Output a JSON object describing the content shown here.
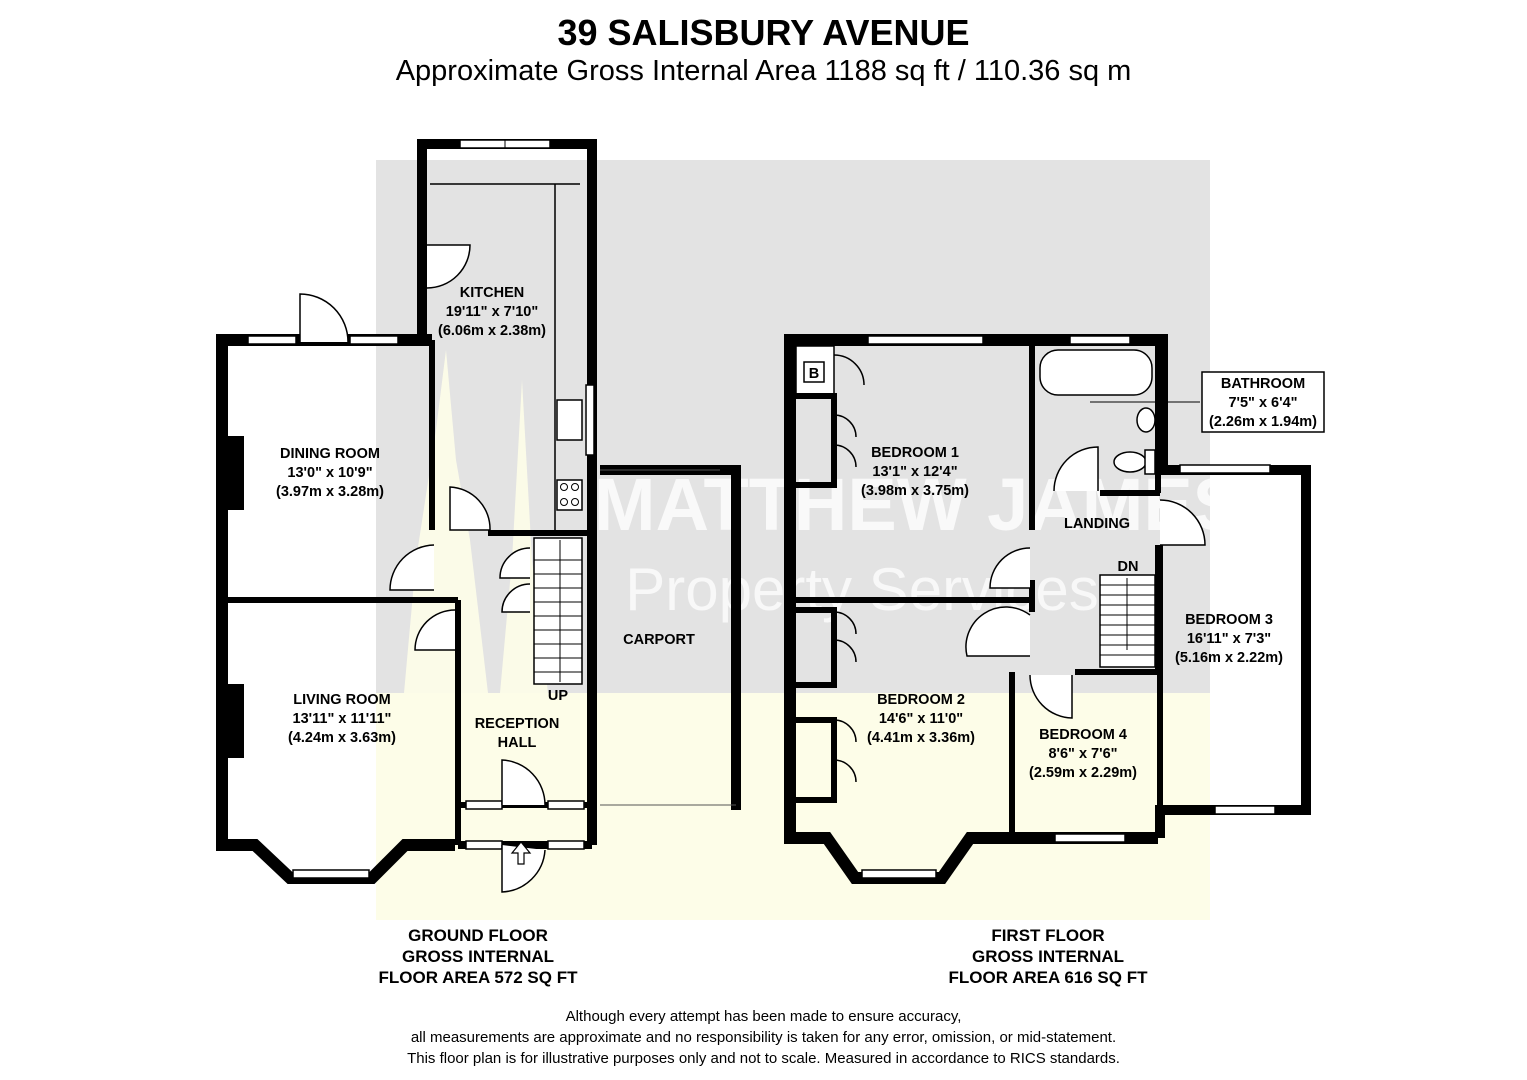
{
  "header": {
    "title": "39 SALISBURY AVENUE",
    "subtitle": "Approximate Gross Internal Area 1188 sq ft / 110.36 sq m"
  },
  "watermark": {
    "line1": "MATTHEW JAMES",
    "line2": "Property Services",
    "colors": {
      "upper": "#e3e3e3",
      "lower": "#fdfde8"
    }
  },
  "ground_floor": {
    "caption": [
      "GROUND FLOOR",
      "GROSS INTERNAL",
      "FLOOR AREA 572 SQ FT"
    ],
    "rooms": [
      {
        "name": "KITCHEN",
        "imperial": "19'11\" x 7'10\"",
        "metric": "(6.06m x 2.38m)"
      },
      {
        "name": "DINING ROOM",
        "imperial": "13'0\" x 10'9\"",
        "metric": "(3.97m x 3.28m)"
      },
      {
        "name": "LIVING ROOM",
        "imperial": "13'11\" x 11'11\"",
        "metric": "(4.24m x 3.63m)"
      },
      {
        "name": "RECEPTION",
        "line2": "HALL"
      },
      {
        "name": "CARPORT"
      }
    ],
    "stairs_label": "UP"
  },
  "first_floor": {
    "caption": [
      "FIRST FLOOR",
      "GROSS INTERNAL",
      "FLOOR AREA 616 SQ FT"
    ],
    "rooms": [
      {
        "name": "BEDROOM 1",
        "imperial": "13'1\" x 12'4\"",
        "metric": "(3.98m x 3.75m)"
      },
      {
        "name": "BATHROOM",
        "imperial": "7'5\" x 6'4\"",
        "metric": "(2.26m x 1.94m)"
      },
      {
        "name": "LANDING"
      },
      {
        "name": "BEDROOM 3",
        "imperial": "16'11\" x 7'3\"",
        "metric": "(5.16m x 2.22m)"
      },
      {
        "name": "BEDROOM 2",
        "imperial": "14'6\" x 11'0\"",
        "metric": "(4.41m x 3.36m)"
      },
      {
        "name": "BEDROOM 4",
        "imperial": "8'6\" x 7'6\"",
        "metric": "(2.59m x 2.29m)"
      }
    ],
    "stairs_label": "DN",
    "boiler_label": "B"
  },
  "disclaimer": [
    "Although every attempt has been made to ensure accuracy,",
    "all measurements are approximate and no responsibility is taken for any error, omission, or mid-statement.",
    "This floor plan is for illustrative purposes only and not to scale. Measured in accordance to RICS standards."
  ]
}
